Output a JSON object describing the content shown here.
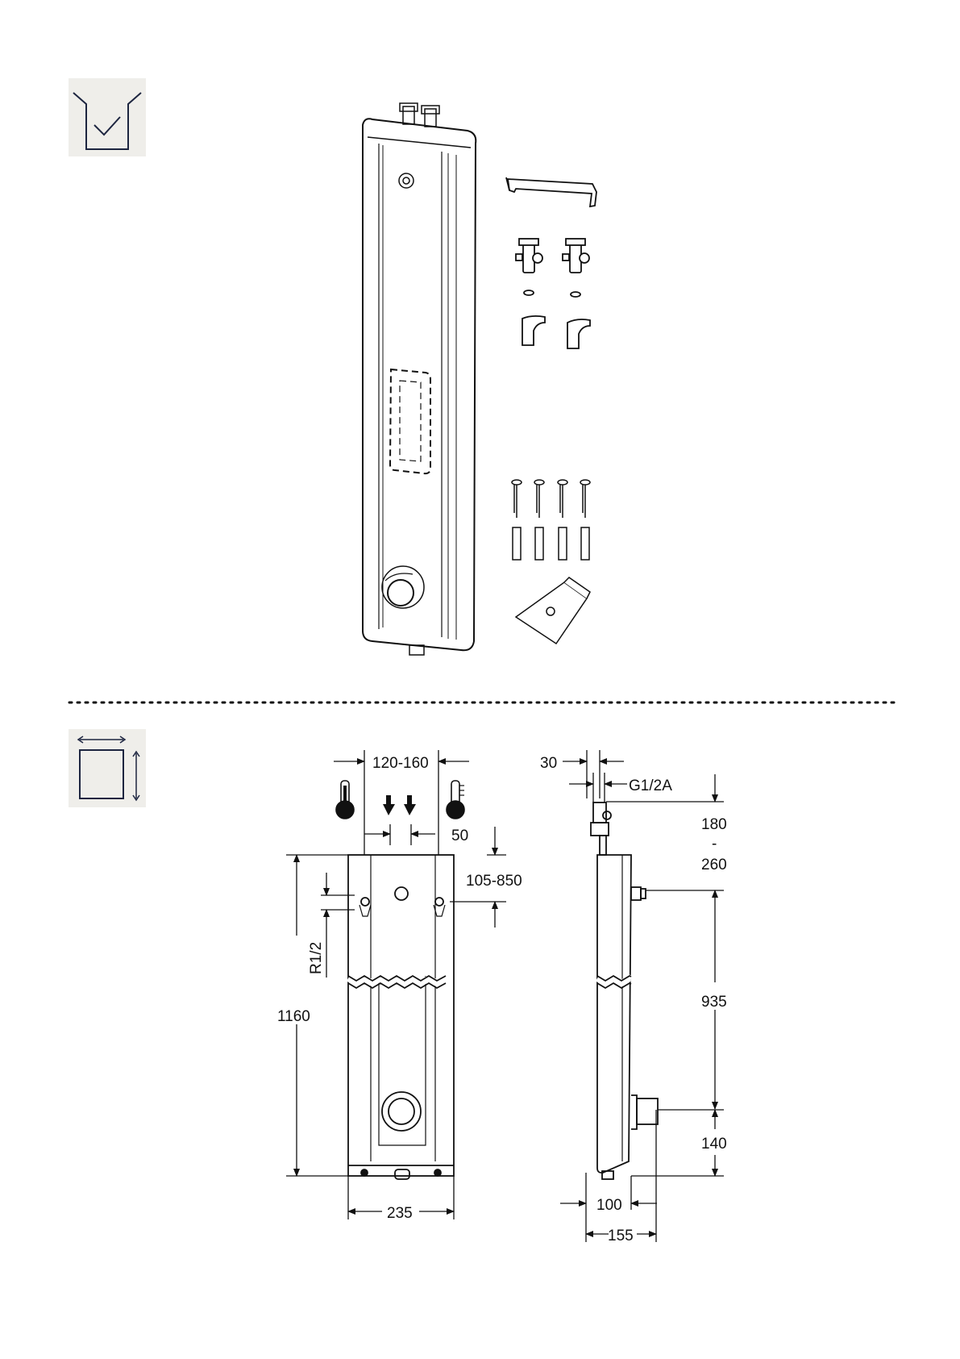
{
  "section1": {
    "icon": "scope-of-delivery-icon"
  },
  "section2": {
    "icon": "dimensions-icon",
    "front_view": {
      "dim_connections": "120-160",
      "dim_offset": "50",
      "dim_height_range": "105-850",
      "dim_thread": "R1/2",
      "dim_total_height": "1160",
      "dim_width": "235"
    },
    "side_view": {
      "dim_depth_top": "30",
      "dim_connector": "G1/2A",
      "dim_top_range_a": "180",
      "dim_top_range_sep": "-",
      "dim_top_range_b": "260",
      "dim_middle": "935",
      "dim_bottom": "140",
      "dim_depth_base": "100",
      "dim_total_depth": "155"
    }
  }
}
